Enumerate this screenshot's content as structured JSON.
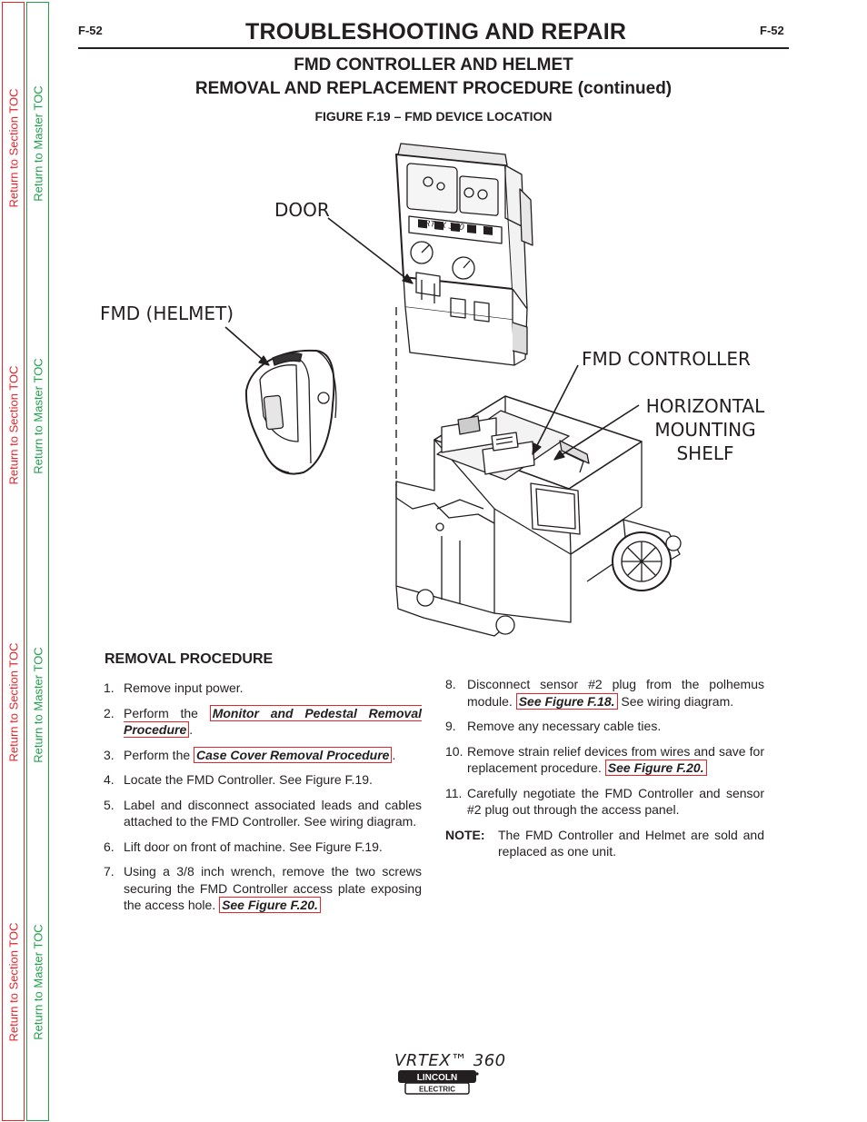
{
  "toc": {
    "section_label": "Return to Section TOC",
    "master_label": "Return to Master TOC"
  },
  "header": {
    "page_left": "F-52",
    "page_right": "F-52",
    "title": "TROUBLESHOOTING AND REPAIR",
    "section_line1": "FMD CONTROLLER AND HELMET",
    "section_line2": "REMOVAL AND REPLACEMENT PROCEDURE (continued)"
  },
  "figure": {
    "caption": "FIGURE F.19 – FMD DEVICE LOCATION",
    "callouts": {
      "door": "DOOR",
      "helmet": "FMD (HELMET)",
      "controller": "FMD CONTROLLER",
      "shelf_line1": "HORIZONTAL",
      "shelf_line2": "MOUNTING",
      "shelf_line3": "SHELF"
    },
    "panel_text": "VRTEX 360"
  },
  "procedure": {
    "heading": "REMOVAL PROCEDURE",
    "s1": {
      "num": "1.",
      "text": "Remove input power."
    },
    "s2": {
      "num": "2.",
      "pre": "Perform the ",
      "link": "Monitor and Pedestal Removal Procedure",
      "post": "."
    },
    "s3": {
      "num": "3.",
      "pre": "Perform the ",
      "link": "Case Cover Removal Procedure",
      "post": "."
    },
    "s4": {
      "num": "4.",
      "text": "Locate the FMD Controller.  See Figure F.19."
    },
    "s5": {
      "num": "5.",
      "text": "Label and disconnect associated leads and cables attached to the FMD Controller.  See wiring diagram."
    },
    "s6": {
      "num": "6.",
      "text": "Lift door on front of machine.  See Figure F.19."
    },
    "s7": {
      "num": "7.",
      "pre": "Using a 3/8 inch wrench, remove the two screws securing the FMD Controller access plate exposing the access hole.  ",
      "link": "See Figure F.20."
    },
    "s8": {
      "num": "8.",
      "pre": "Disconnect sensor #2 plug from the polhemus module. ",
      "link": "See Figure F.18.",
      "post": " See wiring diagram."
    },
    "s9": {
      "num": "9.",
      "text": "Remove any necessary cable ties."
    },
    "s10": {
      "num": "10.",
      "pre": "Remove strain relief devices from wires and save for replacement procedure.  ",
      "link": "See Figure F.20."
    },
    "s11": {
      "num": "11.",
      "text": "Carefully negotiate the FMD Controller and sensor #2 plug out through the access panel."
    },
    "note": {
      "label": "NOTE:",
      "text": "The FMD Controller and Helmet are sold and replaced as one unit."
    }
  },
  "footer": {
    "model": "VRTEX™ 360",
    "logo_top": "LINCOLN",
    "logo_bottom": "ELECTRIC"
  }
}
